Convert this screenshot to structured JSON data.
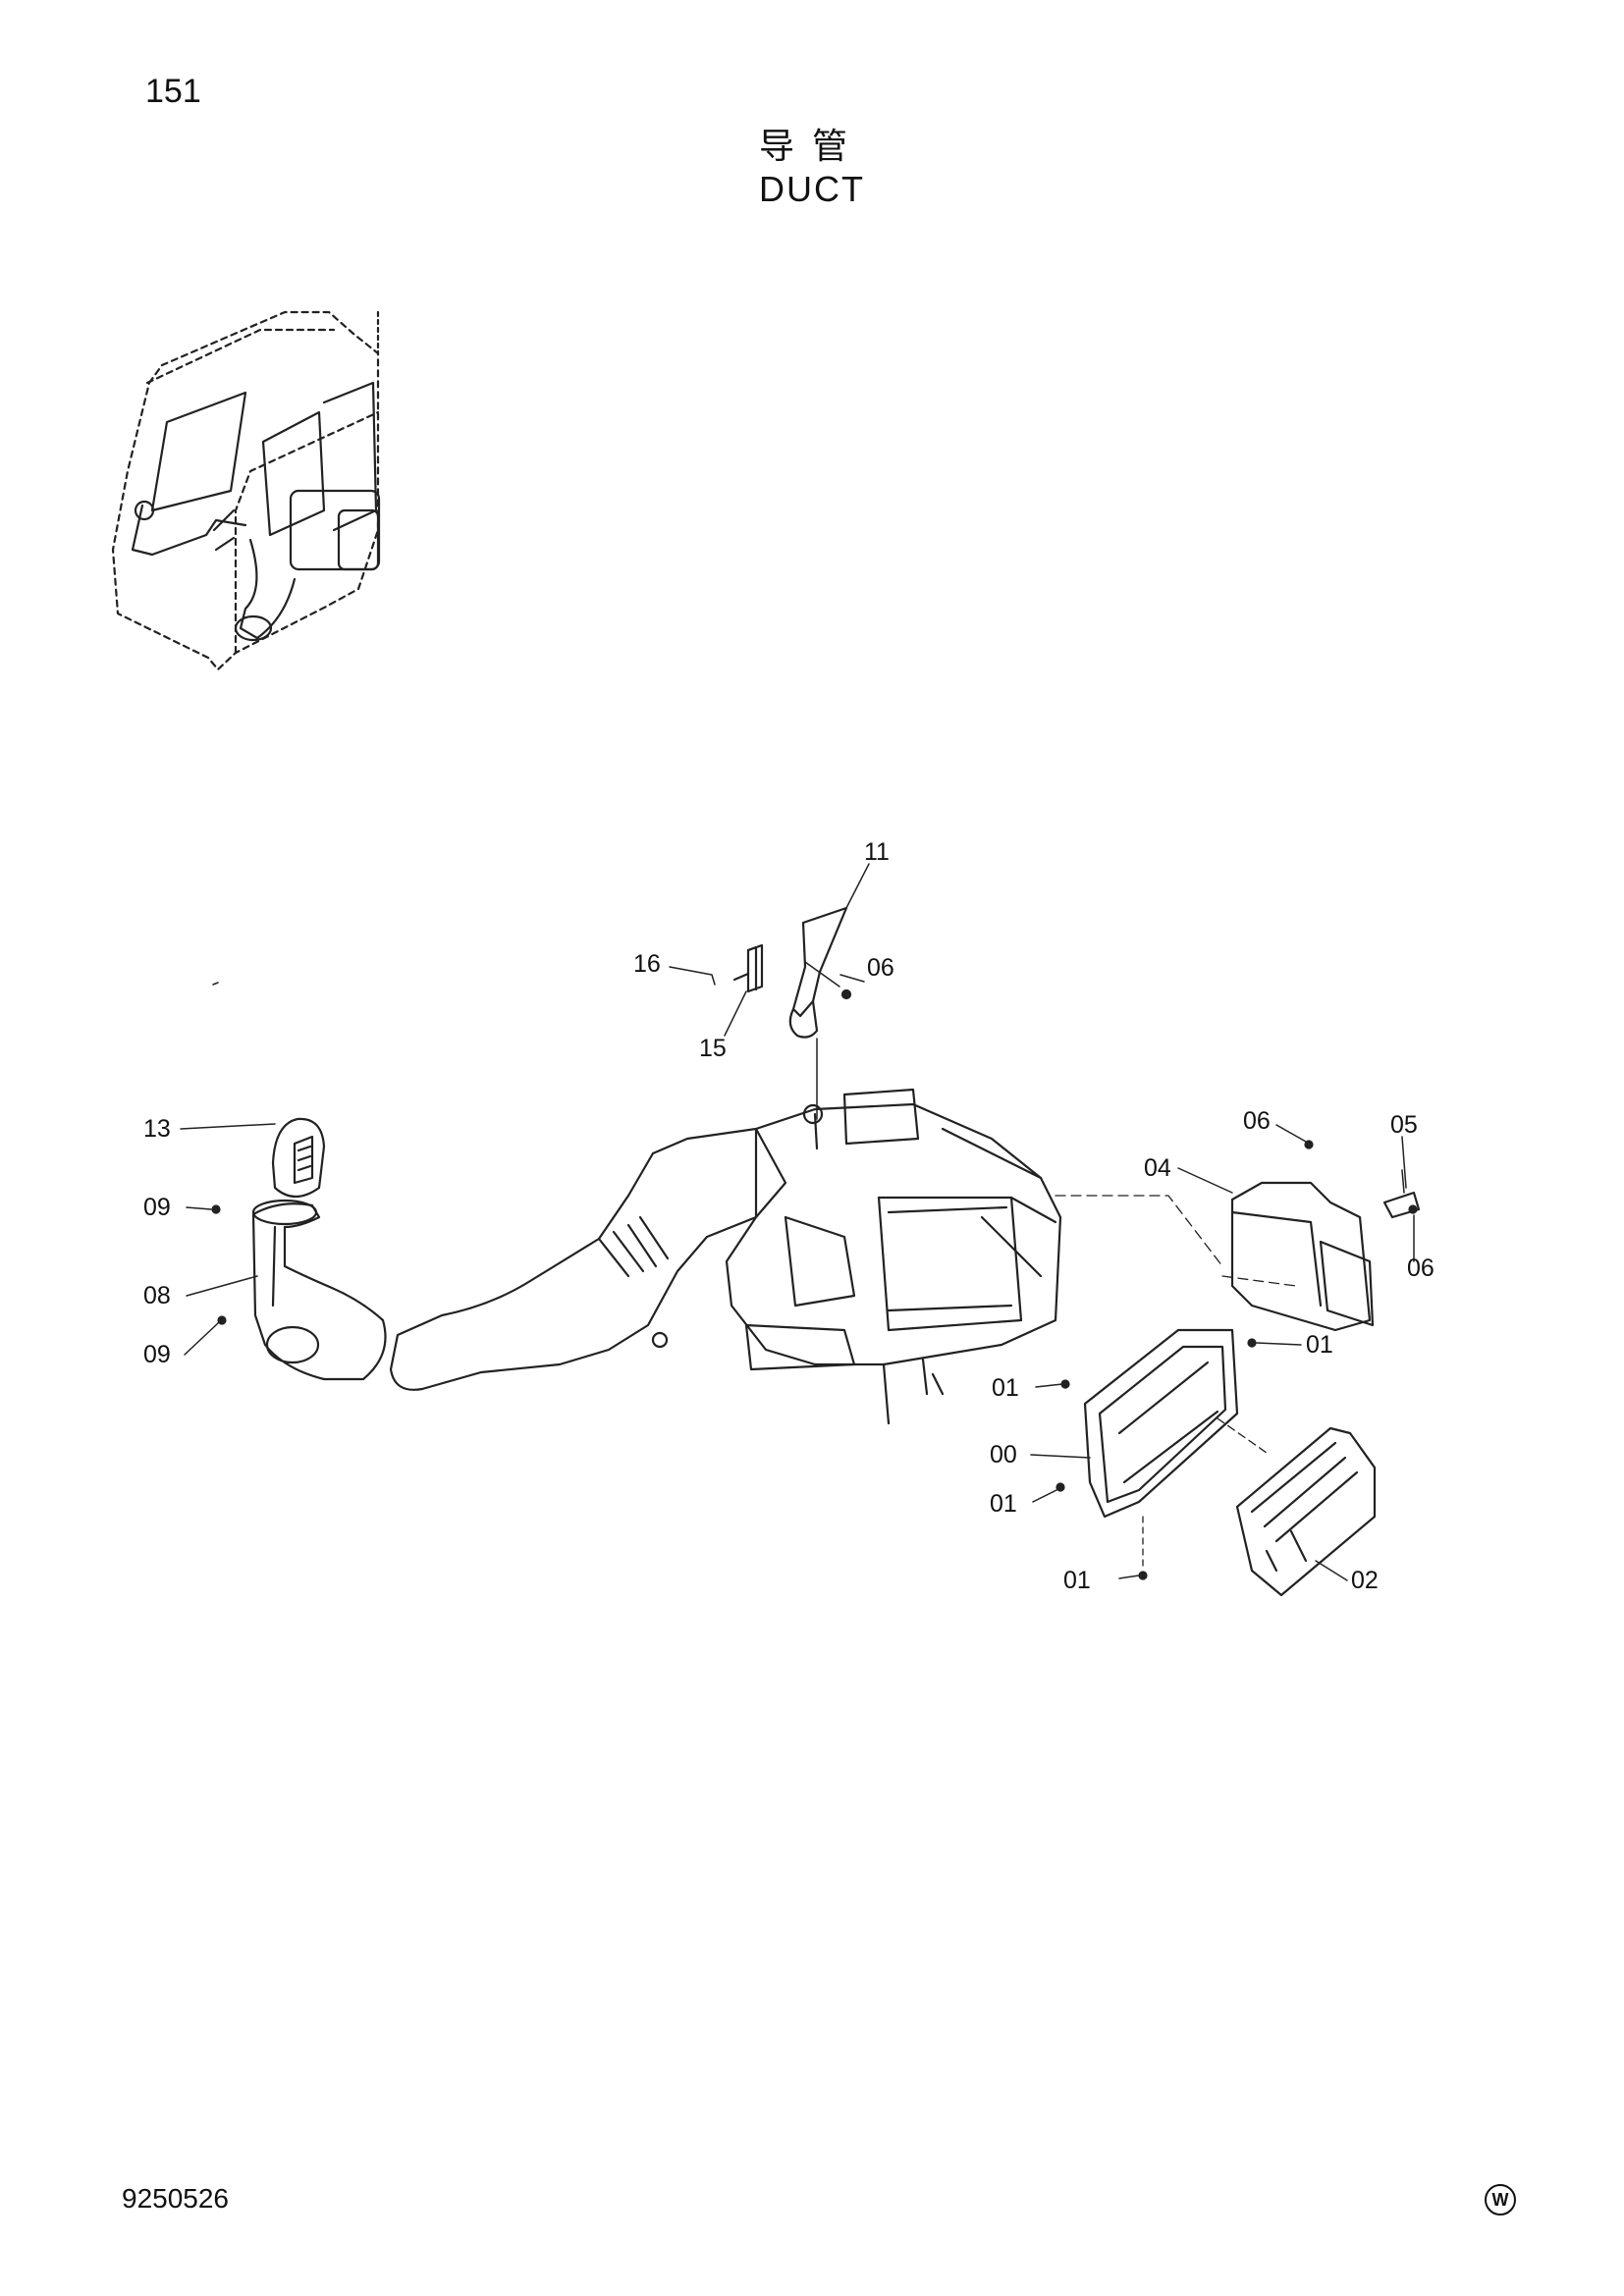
{
  "page": {
    "number": "151",
    "title_cn": "导管",
    "title_en": "DUCT",
    "doc_code": "9250526",
    "mark": "W"
  },
  "callouts": [
    {
      "key": "c11",
      "label": "11"
    },
    {
      "key": "c16",
      "label": "16"
    },
    {
      "key": "c06a",
      "label": "06"
    },
    {
      "key": "c15",
      "label": "15"
    },
    {
      "key": "c13",
      "label": "13"
    },
    {
      "key": "c09a",
      "label": "09"
    },
    {
      "key": "c08",
      "label": "08"
    },
    {
      "key": "c09b",
      "label": "09"
    },
    {
      "key": "c06b",
      "label": "06"
    },
    {
      "key": "c05",
      "label": "05"
    },
    {
      "key": "c04",
      "label": "04"
    },
    {
      "key": "c06c",
      "label": "06"
    },
    {
      "key": "c01a",
      "label": "01"
    },
    {
      "key": "c01b",
      "label": "01"
    },
    {
      "key": "c00",
      "label": "00"
    },
    {
      "key": "c01c",
      "label": "01"
    },
    {
      "key": "c01d",
      "label": "01"
    },
    {
      "key": "c02",
      "label": "02"
    }
  ]
}
